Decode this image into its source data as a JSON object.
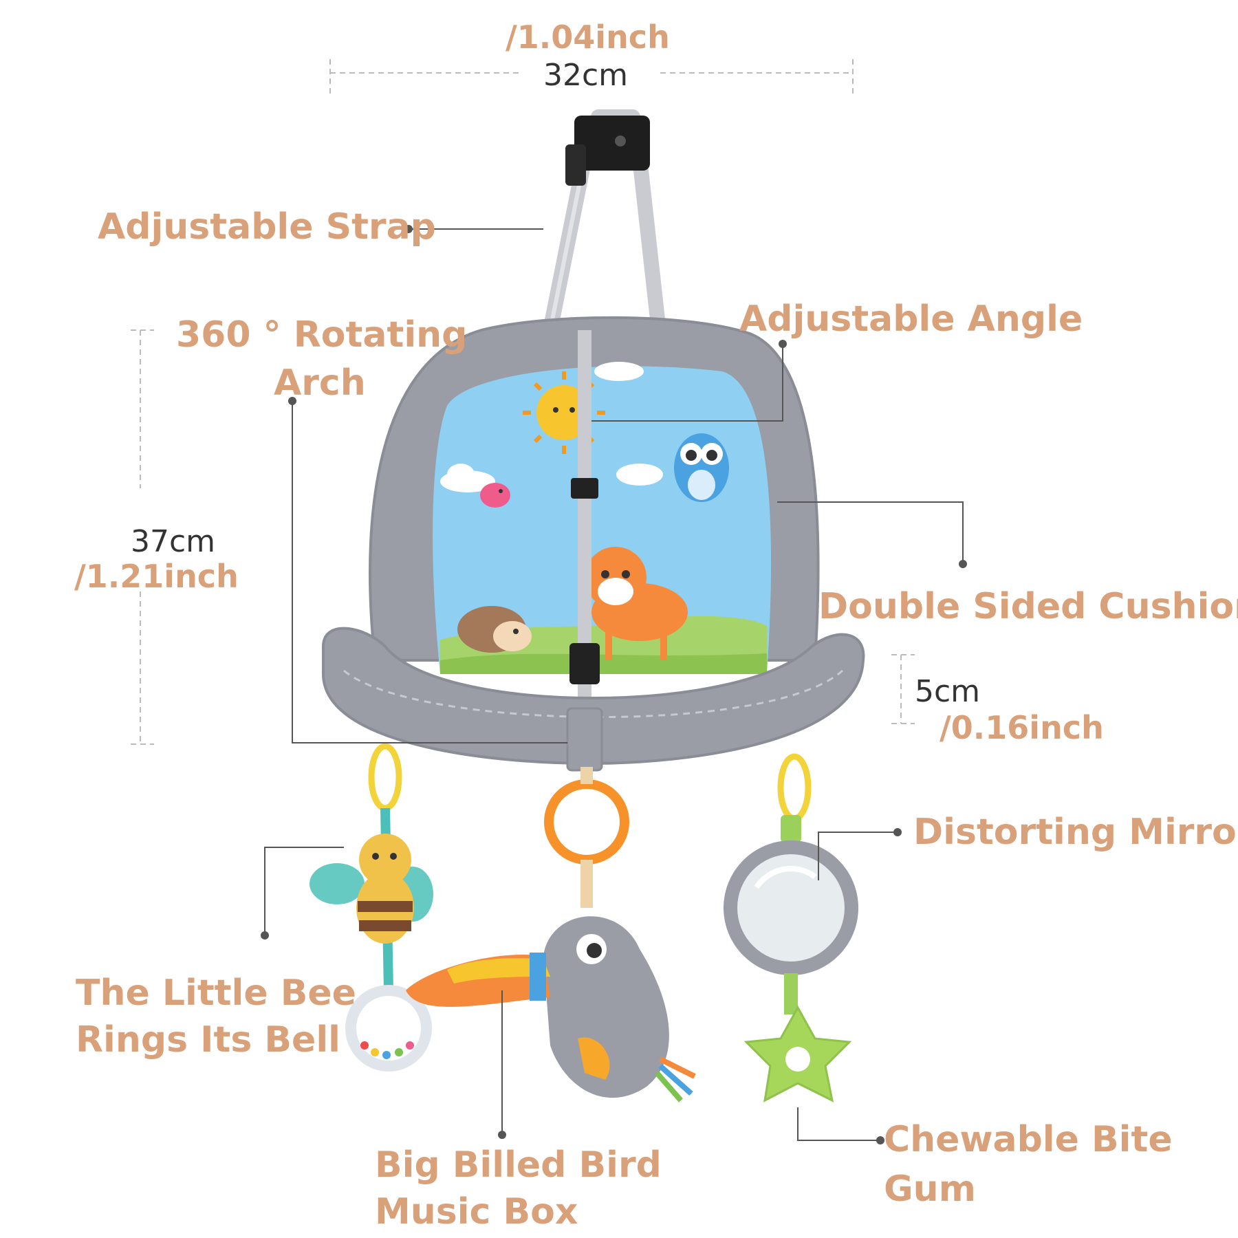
{
  "dimensions": {
    "width_cm": "32cm",
    "width_inch": "/1.04inch",
    "height_cm": "37cm",
    "height_inch": "/1.21inch",
    "thickness_cm": "5cm",
    "thickness_inch": "/0.16inch"
  },
  "features": {
    "adjustable_strap": "Adjustable Strap",
    "rotating_arch_line1": "360 ° Rotating",
    "rotating_arch_line2": "Arch",
    "adjustable_angle": "Adjustable Angle",
    "double_sided_cushion": "Double Sided Cushion",
    "distorting_mirror": "Distorting Mirror",
    "little_bee_line1": "The Little Bee",
    "little_bee_line2": "Rings Its Bell",
    "big_billed_bird_line1": "Big Billed Bird",
    "big_billed_bird_line2": "Music Box",
    "chewable_line1": "Chewable Bite",
    "chewable_line2": "Gum"
  },
  "colors": {
    "label": "#d9a17a",
    "dimension_text": "#333333",
    "leader_line": "#555555",
    "cushion_gray": "#9a9ca6",
    "sky_blue": "#8fd0f2"
  }
}
